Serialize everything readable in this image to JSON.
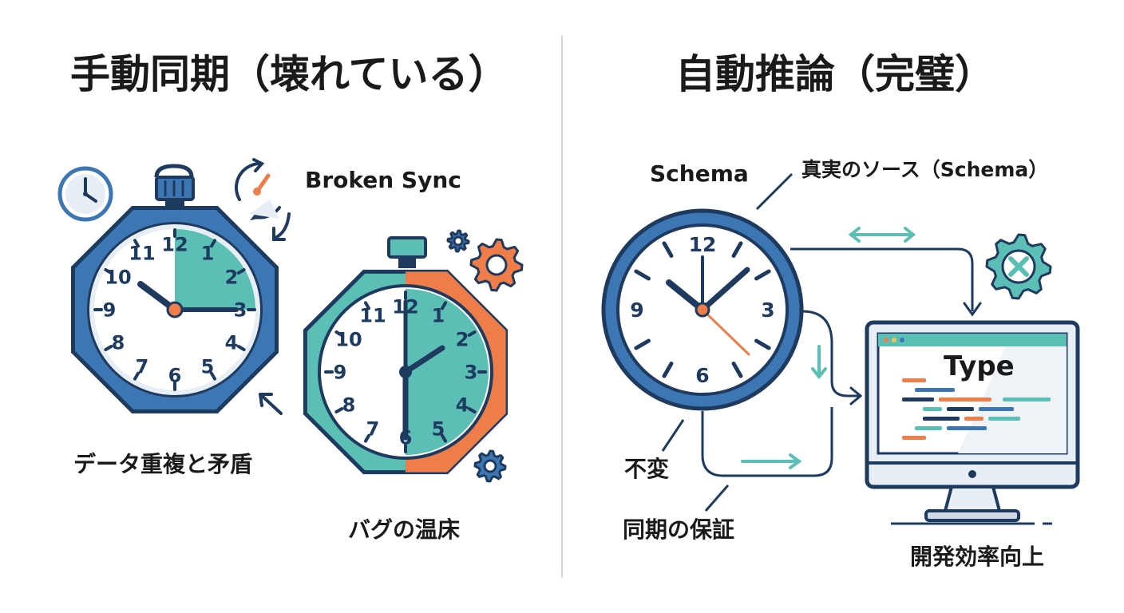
{
  "left": {
    "title": "手動同期（壊れている）",
    "broken_sync": "Broken Sync",
    "duplicate": "データ重複と矛盾",
    "bug": "バグの温床"
  },
  "right": {
    "title": "自動推論（完璧）",
    "schema": "Schema",
    "source_of_truth": "真実のソース（Schema）",
    "immutable": "不変",
    "sync_guarantee": "同期の保証",
    "type": "Type",
    "productivity": "開発効率向上"
  },
  "clock_numbers": [
    "12",
    "1",
    "2",
    "3",
    "4",
    "5",
    "6",
    "7",
    "8",
    "9",
    "10",
    "11"
  ],
  "colors": {
    "navy": "#1f3a5f",
    "blue": "#3c76b3",
    "teal": "#5bbfb5",
    "orange": "#ee7d4a",
    "pale": "#e8eef5"
  },
  "icons": [
    "small-clock-icon",
    "refresh-arrows-icon",
    "gear-icon",
    "monitor-icon",
    "double-arrow-icon"
  ]
}
